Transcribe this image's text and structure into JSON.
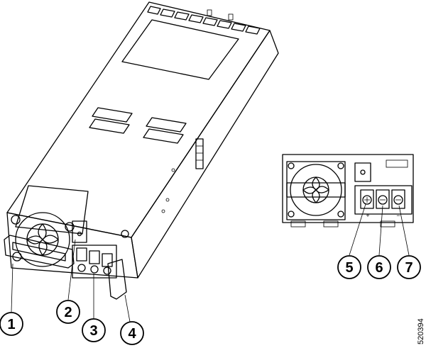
{
  "callouts": [
    {
      "id": "1",
      "label": "1"
    },
    {
      "id": "2",
      "label": "2"
    },
    {
      "id": "3",
      "label": "3"
    },
    {
      "id": "4",
      "label": "4"
    },
    {
      "id": "5",
      "label": "5"
    },
    {
      "id": "6",
      "label": "6"
    },
    {
      "id": "7",
      "label": "7"
    }
  ],
  "figure_id": "520394",
  "terminal_polarity": {
    "plus": "+",
    "minus": "−"
  }
}
